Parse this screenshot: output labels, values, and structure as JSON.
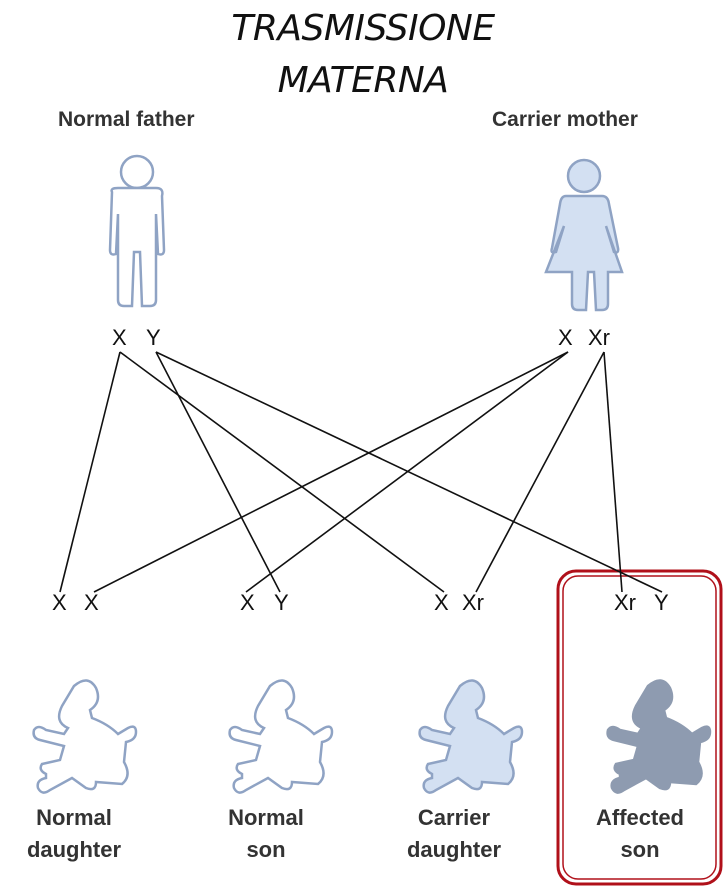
{
  "title": {
    "line1": "TRASMISSIONE",
    "line2": "MATERNA"
  },
  "parents": {
    "father": {
      "label": "Normal father",
      "genotype": [
        "X",
        "Y"
      ]
    },
    "mother": {
      "label": "Carrier mother",
      "genotype": [
        "X",
        "Xr"
      ]
    }
  },
  "children": [
    {
      "genotype": [
        "X",
        "X"
      ],
      "label1": "Normal",
      "label2": "daughter",
      "fill": "#ffffff"
    },
    {
      "genotype": [
        "X",
        "Y"
      ],
      "label1": "Normal",
      "label2": "son",
      "fill": "#ffffff"
    },
    {
      "genotype": [
        "X",
        "Xr"
      ],
      "label1": "Carrier",
      "label2": "daughter",
      "fill": "#d3e0f2"
    },
    {
      "genotype": [
        "Xr",
        "Y"
      ],
      "label1": "Affected",
      "label2": "son",
      "fill": "#8e9bb0"
    }
  ],
  "colors": {
    "figure_stroke": "#8fa3c4",
    "highlight": "#b0101a",
    "line": "#111111"
  }
}
